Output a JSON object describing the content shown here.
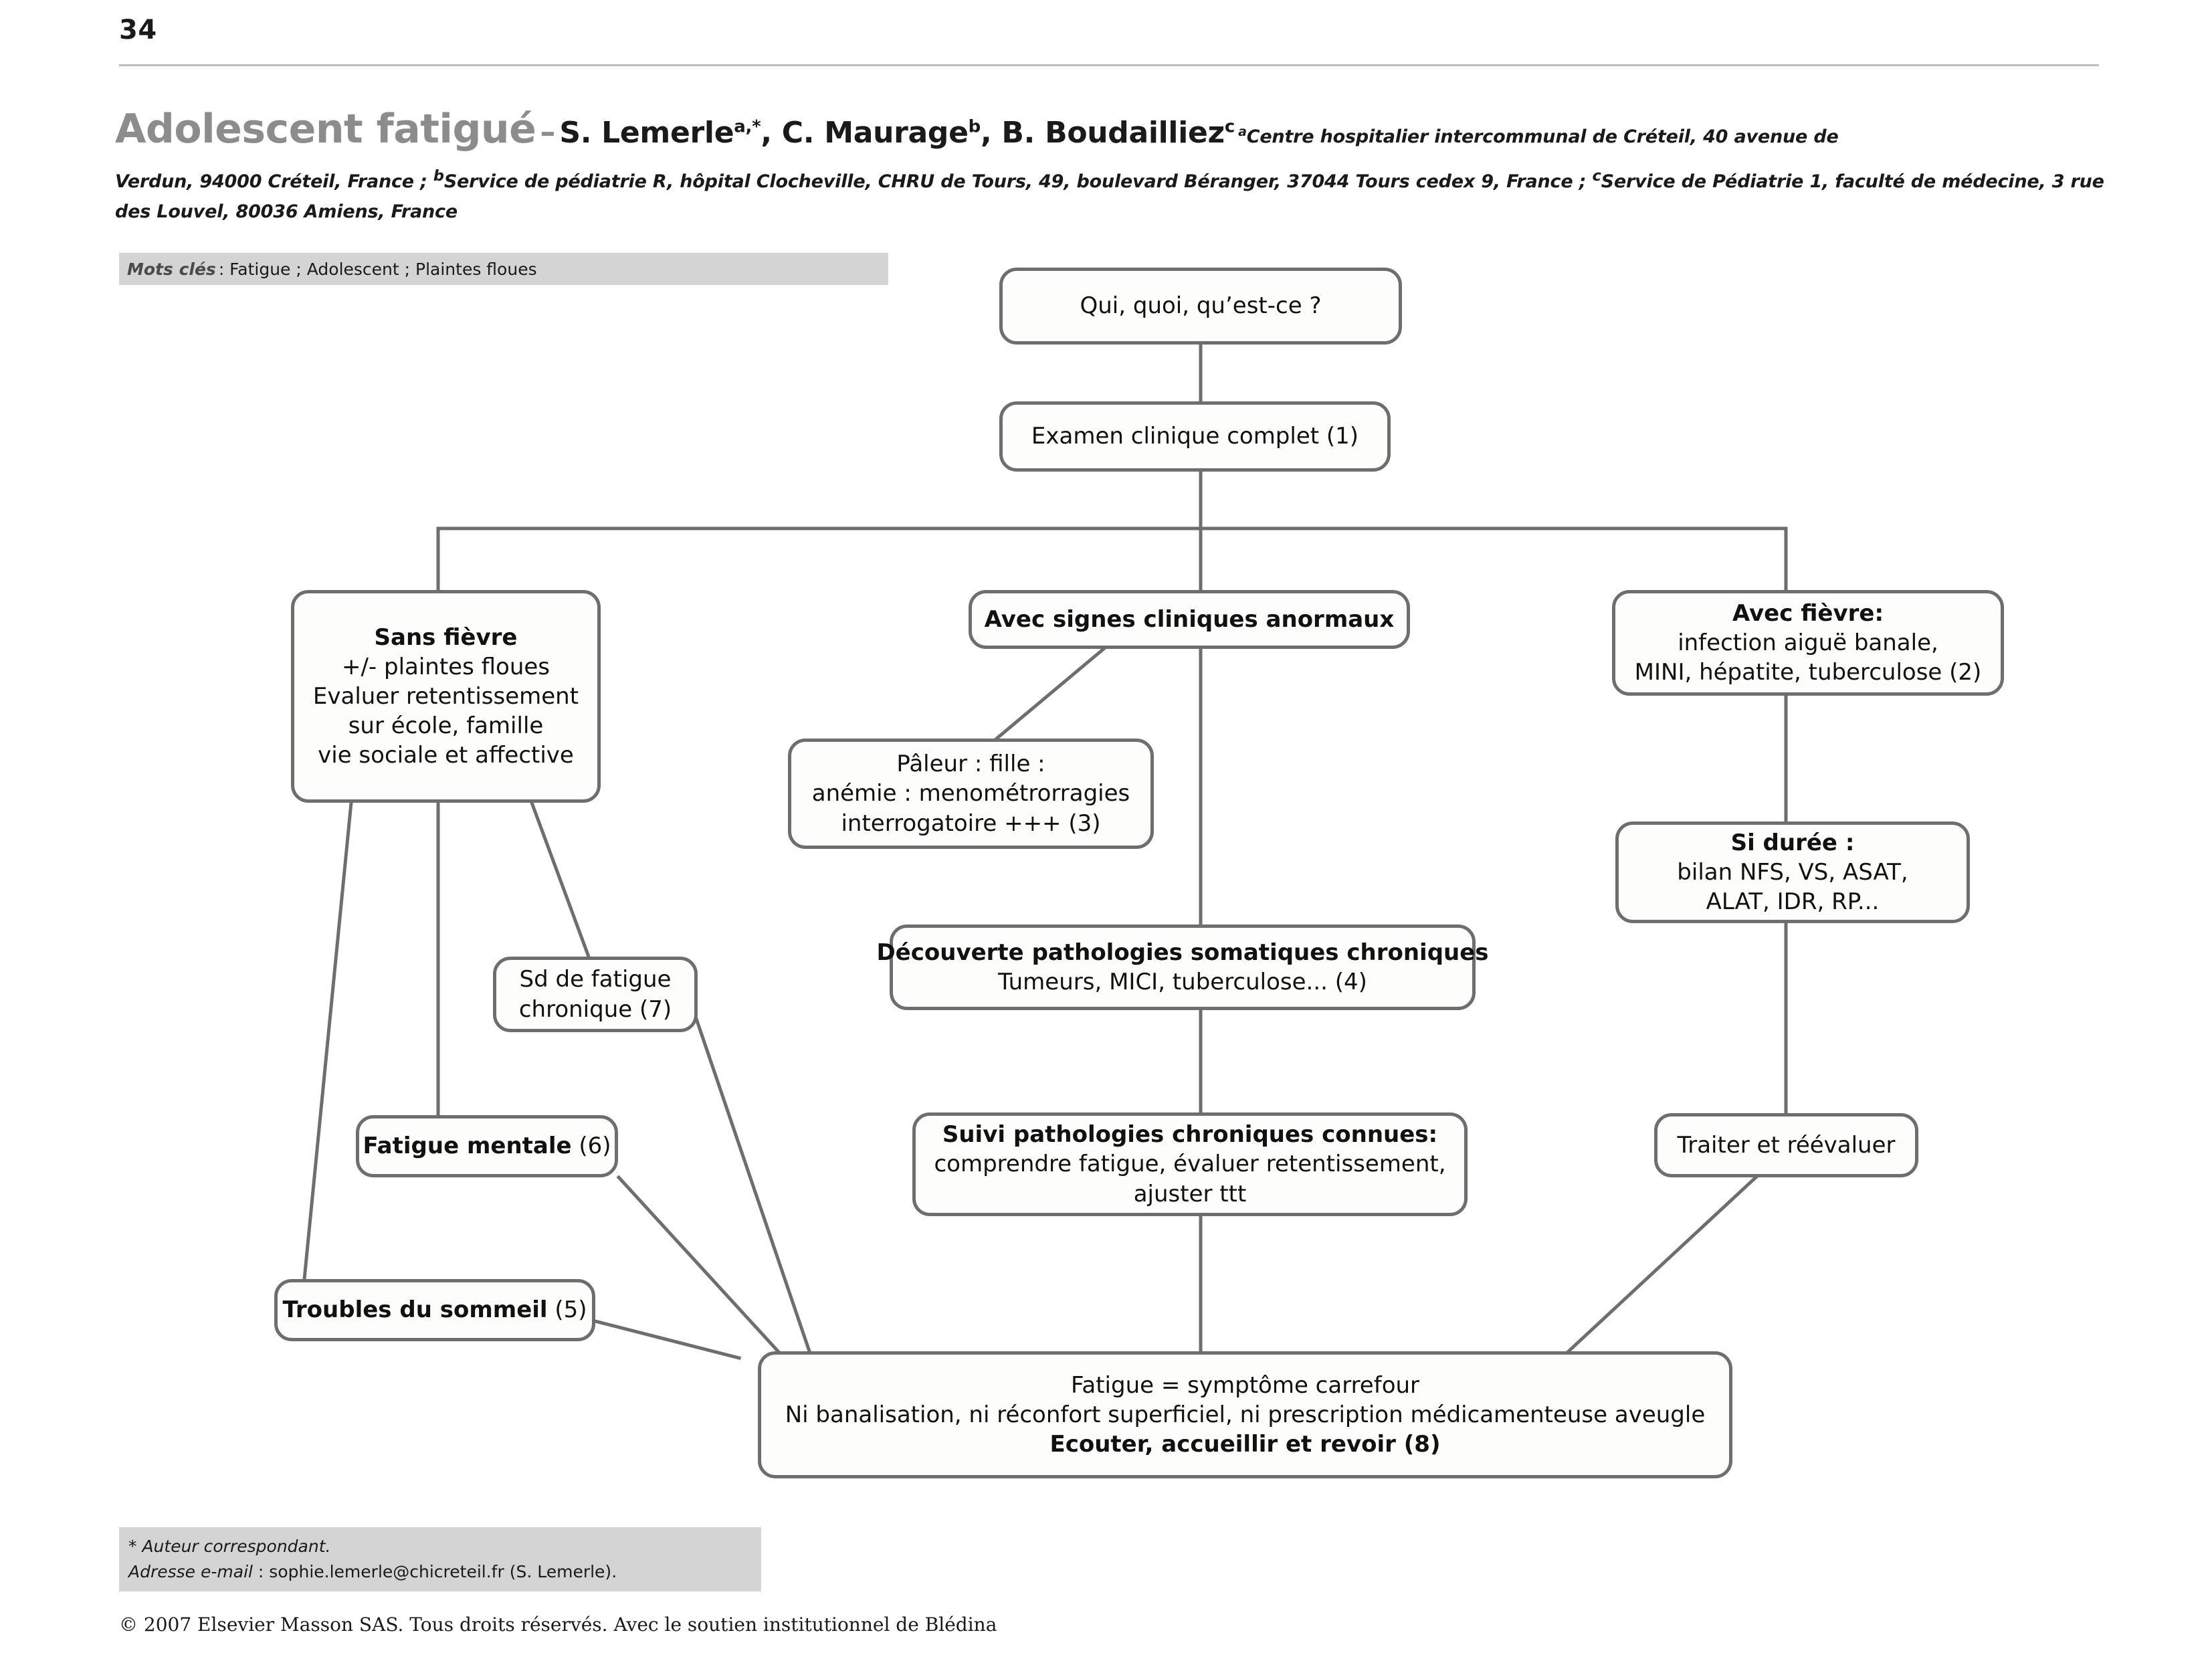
{
  "page": {
    "page_number": "34",
    "copyright": "© 2007 Elsevier Masson SAS. Tous droits réservés. Avec le soutien institutionnel de Blédina"
  },
  "header": {
    "title": "Adolescent fatigué",
    "dash": "–",
    "authors": "S. Lemerle",
    "author_sup_a": "a,*",
    "authors2": ", C. Maurage",
    "author_sup_b": "b",
    "authors3": ", B. Boudailliez",
    "author_sup_c": "c",
    "affiliation_a_sup": "a",
    "affiliation_a": "Centre hospitalier intercommunal de Créteil, 40 avenue de",
    "affiliation_rest_line1_pre": "Verdun, 94000 Créteil, France ; ",
    "affiliation_b_sup": "b",
    "affiliation_b": "Service de pédiatrie R, hôpital Clocheville, CHRU de Tours, 49, boulevard Béranger, 37044 Tours cedex 9, France ; ",
    "affiliation_c_sup": "c",
    "affiliation_c": "Service de Pédiatrie 1, faculté de médecine, 3 rue des Louvel, 80036 Amiens, France"
  },
  "keywords": {
    "label": "Mots clés",
    "text": ": Fatigue ; Adolescent ; Plaintes floues"
  },
  "correspondence": {
    "line1": "* Auteur correspondant.",
    "line2_label": "Adresse e-mail",
    "line2_value": " : sophie.lemerle@chicreteil.fr (S. Lemerle)."
  },
  "chart_data": {
    "type": "diagram",
    "title": "Adolescent fatigué – arbre décisionnel",
    "nodes": [
      {
        "id": "n1",
        "name": "qui-quoi",
        "lines": [
          {
            "text": "Qui, quoi, qu’est-ce ?",
            "bold": false
          }
        ]
      },
      {
        "id": "n2",
        "name": "examen-clinique",
        "lines": [
          {
            "text": "Examen clinique complet (1)",
            "bold": false
          }
        ]
      },
      {
        "id": "n3",
        "name": "sans-fievre",
        "lines": [
          {
            "text": "Sans fièvre",
            "bold": true
          },
          {
            "text": "+/- plaintes floues",
            "bold": false
          },
          {
            "text": "Evaluer retentissement",
            "bold": false
          },
          {
            "text": "sur école, famille",
            "bold": false
          },
          {
            "text": "vie sociale et affective",
            "bold": false
          }
        ]
      },
      {
        "id": "n4",
        "name": "signes-anormaux",
        "lines": [
          {
            "text": "Avec signes cliniques anormaux",
            "bold": true
          }
        ]
      },
      {
        "id": "n5",
        "name": "avec-fievre",
        "lines": [
          {
            "text": "Avec fièvre:",
            "bold": true
          },
          {
            "text": "infection aiguë banale,",
            "bold": false
          },
          {
            "text": "MINI, hépatite, tuberculose (2)",
            "bold": false
          }
        ]
      },
      {
        "id": "n6",
        "name": "paleur-fille",
        "lines": [
          {
            "text": "Pâleur : fille :",
            "bold": false
          },
          {
            "text": "anémie : menométrorragies",
            "bold": false
          },
          {
            "text": "interrogatoire +++ (3)",
            "bold": false
          }
        ]
      },
      {
        "id": "n7",
        "name": "si-duree",
        "lines": [
          {
            "text": "Si durée :",
            "bold": true
          },
          {
            "text": "bilan NFS, VS, ASAT,",
            "bold": false
          },
          {
            "text": "ALAT, IDR, RP...",
            "bold": false
          }
        ]
      },
      {
        "id": "n8",
        "name": "decouverte-patho",
        "lines": [
          {
            "text": "Découverte pathologies somatiques chroniques",
            "bold": true
          },
          {
            "text": "Tumeurs, MICI, tuberculose... (4)",
            "bold": false
          }
        ]
      },
      {
        "id": "n9",
        "name": "sd-fatigue-chronique",
        "lines": [
          {
            "text": "Sd de fatigue",
            "bold": false
          },
          {
            "text": "chronique (7)",
            "bold": false
          }
        ]
      },
      {
        "id": "n10",
        "name": "suivi-patho",
        "lines": [
          {
            "text": "Suivi pathologies chroniques connues:",
            "bold": true
          },
          {
            "text": "comprendre fatigue, évaluer retentissement,",
            "bold": false
          },
          {
            "text": "ajuster ttt",
            "bold": false
          }
        ]
      },
      {
        "id": "n11",
        "name": "traiter-reevaluer",
        "lines": [
          {
            "text": "Traiter et réévaluer",
            "bold": false
          }
        ]
      },
      {
        "id": "n12",
        "name": "fatigue-mentale",
        "lines": [
          {
            "text": "Fatigue mentale",
            "bold": true
          },
          {
            "text": " (6)",
            "bold": false,
            "inline": true
          }
        ]
      },
      {
        "id": "n13",
        "name": "troubles-sommeil",
        "lines": [
          {
            "text": "Troubles du sommeil",
            "bold": true
          },
          {
            "text": " (5)",
            "bold": false,
            "inline": true
          }
        ]
      },
      {
        "id": "n14",
        "name": "fatigue-carrefour",
        "lines": [
          {
            "text": "Fatigue = symptôme carrefour",
            "bold": false
          },
          {
            "text": "Ni banalisation, ni réconfort superficiel, ni prescription médicamenteuse aveugle",
            "bold": false
          },
          {
            "text": "Ecouter, accueillir et revoir (8)",
            "bold": true
          }
        ]
      }
    ],
    "edges": [
      {
        "from": "n1",
        "to": "n2"
      },
      {
        "from": "n2",
        "to": "n3"
      },
      {
        "from": "n2",
        "to": "n4"
      },
      {
        "from": "n2",
        "to": "n5"
      },
      {
        "from": "n4",
        "to": "n6"
      },
      {
        "from": "n4",
        "to": "n8"
      },
      {
        "from": "n8",
        "to": "n10"
      },
      {
        "from": "n10",
        "to": "n14"
      },
      {
        "from": "n5",
        "to": "n7"
      },
      {
        "from": "n7",
        "to": "n11"
      },
      {
        "from": "n11",
        "to": "n14"
      },
      {
        "from": "n3",
        "to": "n9"
      },
      {
        "from": "n3",
        "to": "n12"
      },
      {
        "from": "n3",
        "to": "n13"
      },
      {
        "from": "n9",
        "to": "n14"
      },
      {
        "from": "n12",
        "to": "n14"
      },
      {
        "from": "n13",
        "to": "n14"
      }
    ]
  },
  "colors": {
    "node_border": "#6e6e6e",
    "node_fill": "#fdfdfb",
    "band": "#d4d4d4",
    "title_gray": "#8c8c8c",
    "rule": "#b9bcc0"
  }
}
